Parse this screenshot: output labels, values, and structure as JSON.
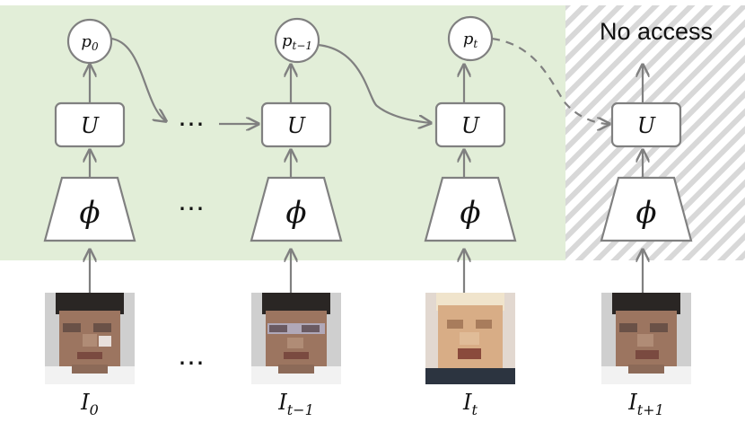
{
  "diagram": {
    "no_access_label": "No access",
    "probabilities": [
      {
        "base": "p",
        "sub": "0"
      },
      {
        "base": "p",
        "sub": "t−1"
      },
      {
        "base": "p",
        "sub": "t"
      }
    ],
    "update_label": "U",
    "encoder_label": "ϕ",
    "ellipsis": "⋯",
    "frames": [
      {
        "base": "I",
        "sub": "0"
      },
      {
        "base": "I",
        "sub": "t−1"
      },
      {
        "base": "I",
        "sub": "t"
      },
      {
        "base": "I",
        "sub": "t+1"
      }
    ]
  },
  "colors": {
    "accessible_region": "#e2eed8",
    "stroke": "#808080",
    "hatch": "#d8d8d8"
  }
}
